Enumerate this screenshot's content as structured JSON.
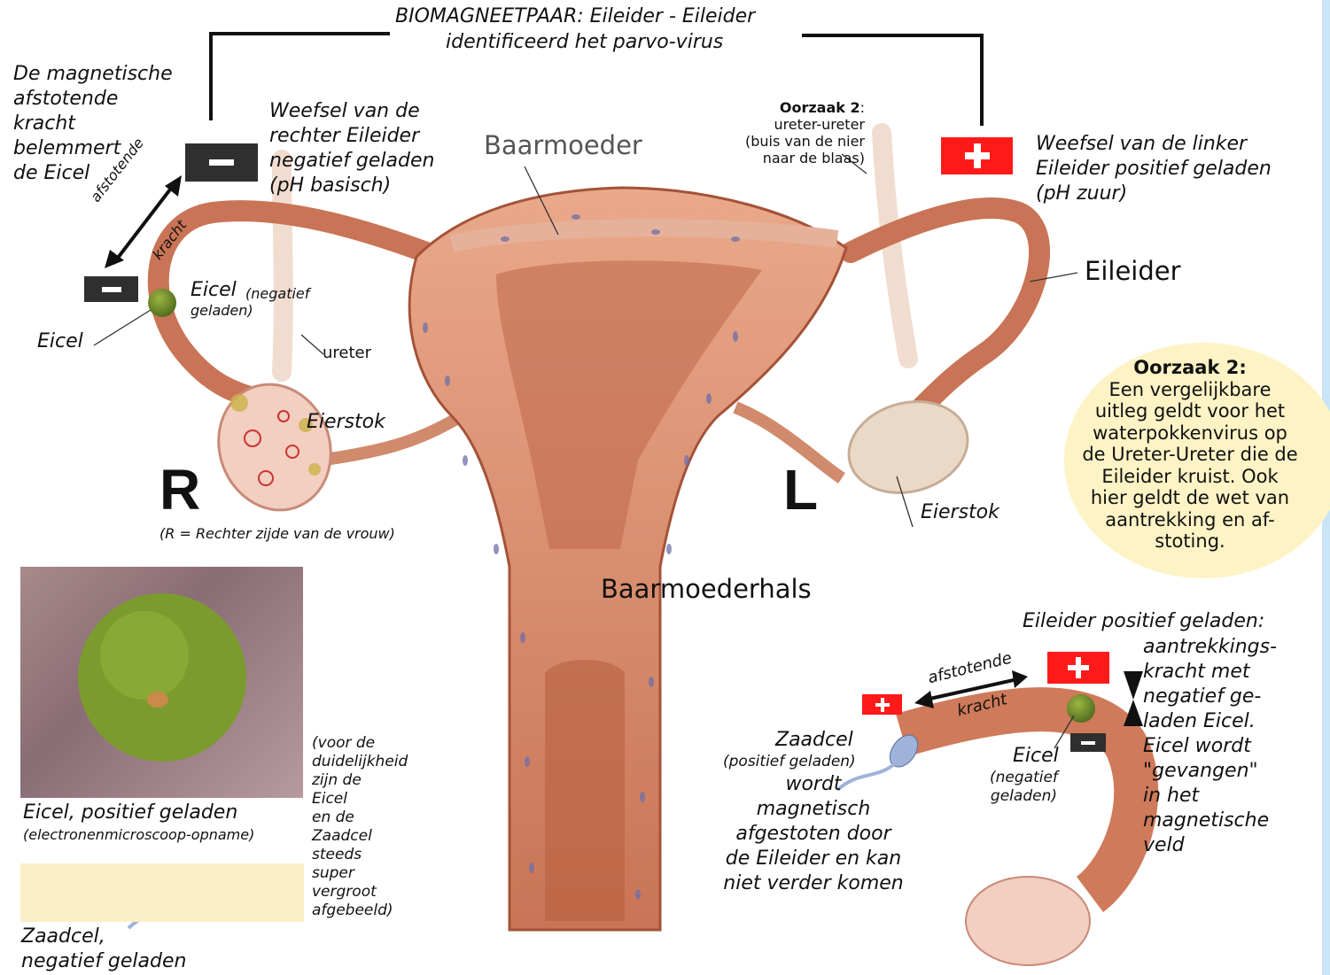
{
  "title": {
    "line1": "BIOMAGNEETPAAR: Eileider - Eileider",
    "line2": "identificeerd het parvo-virus"
  },
  "left_top_note": "De magnetische\nafstotende\nkracht\nbelemmert\nde Eicel",
  "right_tissue": "Weefsel van de\nrechter Eileider\nnegatief geladen\n(pH basisch)",
  "left_tissue": "Weefsel van de linker\nEileider positief geladen\n(pH zuur)",
  "baarmoeder": "Baarmoeder",
  "baarmoederhals": "Baarmoederhals",
  "eileider": "Eileider",
  "oorzaak_top": {
    "bold": "Oorzaak 2",
    "rest": ":\nureter-ureter\n(buis van de nier\nnaar de blaas)"
  },
  "force_left": {
    "word1": "afstotende",
    "word2": "kracht"
  },
  "eicel_neg": {
    "main": "Eicel",
    "note": "(negatief\ngeladen)"
  },
  "eicel_label": "Eicel",
  "ureter": "ureter",
  "eierstok_r": "Eierstok",
  "eierstok_l": "Eierstok",
  "side_r": "R",
  "side_l": "L",
  "r_note": "(R = Rechter zijde van de vrouw)",
  "oorzaak_circle": {
    "title": "Oorzaak 2:",
    "body": "Een vergelijkbare\nuitleg geldt voor het\nwaterpokkenvirus op\nde Ureter-Ureter die de\nEileider kruist. Ook\nhier geldt de wet van\naantrekking en af-\nstoting."
  },
  "photo_caption": "Eicel, positief geladen",
  "photo_sub": "(electronenmicroscoop-opname)",
  "clarity_note": "(voor de\nduidelijkheid\nzijn de\nEicel\nen de\nZaadcel\nsteeds\nsuper\nvergroot\nafgebeeld)",
  "sperm_caption": "Zaadcel,\nnegatief geladen",
  "inset": {
    "header": "Eileider positief geladen:",
    "right_text": "aantrekkings-\nkracht met\nnegatief ge-\nladen Eicel.\nEicel wordt\n\"gevangen\"\nin het\nmagnetische\nveld",
    "force_word1": "afstotende",
    "force_word2": "kracht",
    "zaadcel": "Zaadcel",
    "zaadcel_note": "(positief geladen)",
    "zaadcel_text": "wordt\nmagnetisch\nafgestoten door\nde Eileider en kan\nniet verder komen",
    "eicel": "Eicel",
    "eicel_note": "(negatief\ngeladen)"
  },
  "colors": {
    "tissue": "#d98a6c",
    "tissue_dark": "#b05a3e",
    "plus_red": "#ff1a1a",
    "minus_dark": "#2f2f2f",
    "egg_green": "#6f8a2c",
    "circle_fill": "#fdf3c5",
    "sidebar": "#c9e3f7"
  }
}
